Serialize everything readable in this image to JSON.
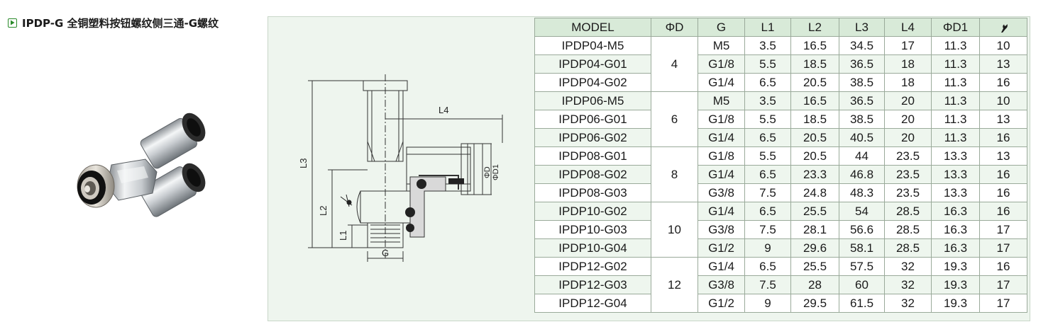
{
  "title": "IPDP-G 全铜塑料按钮螺纹侧三通-G螺纹",
  "icons": {
    "title_icon": "play-icon",
    "photo": "tee-fitting-photo",
    "drawing": "tee-fitting-drawing",
    "torque_header_icon": "wrench-icon"
  },
  "drawing_labels": {
    "l3": "L3",
    "l4": "L4",
    "l2": "L2",
    "l1": "L1",
    "g": "G",
    "d": "ΦD",
    "d1": "ΦD1"
  },
  "table": {
    "headers": [
      "MODEL",
      "ΦD",
      "G",
      "L1",
      "L2",
      "L3",
      "L4",
      "ΦD1"
    ],
    "groups": [
      {
        "d": "4",
        "rows": [
          [
            "IPDP04-M5",
            "M5",
            "3.5",
            "16.5",
            "34.5",
            "17",
            "11.3",
            "10"
          ],
          [
            "IPDP04-G01",
            "G1/8",
            "5.5",
            "18.5",
            "36.5",
            "18",
            "11.3",
            "13"
          ],
          [
            "IPDP04-G02",
            "G1/4",
            "6.5",
            "20.5",
            "38.5",
            "18",
            "11.3",
            "16"
          ]
        ]
      },
      {
        "d": "6",
        "rows": [
          [
            "IPDP06-M5",
            "M5",
            "3.5",
            "16.5",
            "36.5",
            "20",
            "11.3",
            "10"
          ],
          [
            "IPDP06-G01",
            "G1/8",
            "5.5",
            "18.5",
            "38.5",
            "20",
            "11.3",
            "13"
          ],
          [
            "IPDP06-G02",
            "G1/4",
            "6.5",
            "20.5",
            "40.5",
            "20",
            "11.3",
            "16"
          ]
        ]
      },
      {
        "d": "8",
        "rows": [
          [
            "IPDP08-G01",
            "G1/8",
            "5.5",
            "20.5",
            "44",
            "23.5",
            "13.3",
            "13"
          ],
          [
            "IPDP08-G02",
            "G1/4",
            "6.5",
            "23.3",
            "46.8",
            "23.5",
            "13.3",
            "16"
          ],
          [
            "IPDP08-G03",
            "G3/8",
            "7.5",
            "24.8",
            "48.3",
            "23.5",
            "13.3",
            "16"
          ]
        ]
      },
      {
        "d": "10",
        "rows": [
          [
            "IPDP10-G02",
            "G1/4",
            "6.5",
            "25.5",
            "54",
            "28.5",
            "16.3",
            "16"
          ],
          [
            "IPDP10-G03",
            "G3/8",
            "7.5",
            "28.1",
            "56.6",
            "28.5",
            "16.3",
            "17"
          ],
          [
            "IPDP10-G04",
            "G1/2",
            "9",
            "29.6",
            "58.1",
            "28.5",
            "16.3",
            "17"
          ]
        ]
      },
      {
        "d": "12",
        "rows": [
          [
            "IPDP12-G02",
            "G1/4",
            "6.5",
            "25.5",
            "57.5",
            "32",
            "19.3",
            "16"
          ],
          [
            "IPDP12-G03",
            "G3/8",
            "7.5",
            "28",
            "60",
            "32",
            "19.3",
            "17"
          ],
          [
            "IPDP12-G04",
            "G1/2",
            "9",
            "29.5",
            "61.5",
            "32",
            "19.3",
            "17"
          ]
        ]
      }
    ]
  }
}
